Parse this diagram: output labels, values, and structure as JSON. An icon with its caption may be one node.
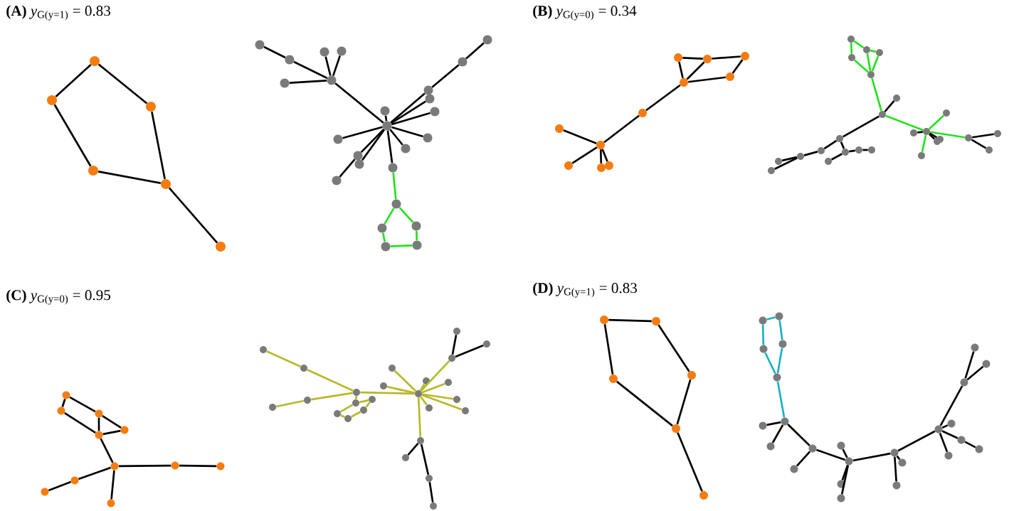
{
  "diagram": {
    "nodes": [
      {
        "text": [],
        "shape": "circle"
      },
      {
        "text": [],
        "shape": "circle"
      },
      {
        "text": [],
        "shape": "circle"
      },
      {
        "text": [],
        "shape": "circle"
      },
      {
        "text": [],
        "shape": "circle"
      },
      {
        "text": [],
        "shape": "circle"
      },
      {
        "text": [],
        "shape": "circle"
      },
      {
        "text": [],
        "shape": "circle"
      },
      {
        "text": [],
        "shape": "circle"
      },
      {
        "text": [],
        "shape": "circle"
      },
      {
        "text": [],
        "shape": "circle"
      },
      {
        "text": [],
        "shape": "circle"
      },
      {
        "text": [],
        "shape": "circle"
      },
      {
        "text": [],
        "shape": "circle"
      },
      {
        "text": [],
        "shape": "circle"
      },
      {
        "text": [],
        "shape": "circle"
      },
      {
        "text": [],
        "shape": "circle"
      },
      {
        "text": [],
        "shape": "circle"
      },
      {
        "text": [],
        "shape": "circle"
      },
      {
        "text": [],
        "shape": "circle"
      },
      {
        "text": [],
        "shape": "circle"
      },
      {
        "text": [],
        "shape": "circle"
      },
      {
        "text": [],
        "shape": "circle"
      },
      {
        "text": [],
        "shape": "circle"
      },
      {
        "text": [],
        "shape": "circle"
      },
      {
        "text": [],
        "shape": "circle"
      },
      {
        "text": [],
        "shape": "circle"
      },
      {
        "text": [],
        "shape": "circle"
      },
      {
        "text": [],
        "shape": "circle"
      },
      {
        "text": [],
        "shape": "circle"
      },
      {
        "text": [],
        "shape": "circle"
      },
      {
        "text": [],
        "shape": "circle"
      },
      {
        "text": [],
        "shape": "circle"
      },
      {
        "text": [],
        "shape": "circle"
      },
      {
        "text": [],
        "shape": "circle"
      },
      {
        "text": [],
        "shape": "circle"
      },
      {
        "text": [],
        "shape": "circle"
      },
      {
        "text": [],
        "shape": "circle"
      },
      {
        "text": [],
        "shape": "circle"
      },
      {
        "text": [],
        "shape": "circle"
      },
      {
        "text": [],
        "shape": "circle"
      },
      {
        "text": [],
        "shape": "circle"
      },
      {
        "text": [],
        "shape": "circle"
      },
      {
        "text": [],
        "shape": "circle"
      },
      {
        "text": [],
        "shape": "circle"
      },
      {
        "text": [],
        "shape": "circle"
      },
      {
        "text": [],
        "shape": "circle"
      },
      {
        "text": [],
        "shape": "circle"
      },
      {
        "text": [],
        "shape": "circle"
      },
      {
        "text": [],
        "shape": "circle"
      },
      {
        "text": [],
        "shape": "circle"
      },
      {
        "text": [],
        "shape": "circle"
      },
      {
        "text": [],
        "shape": "circle"
      },
      {
        "text": [],
        "shape": "circle"
      },
      {
        "text": [],
        "shape": "circle"
      },
      {
        "text": [],
        "shape": "circle"
      },
      {
        "text": [],
        "shape": "circle"
      },
      {
        "text": [],
        "shape": "circle"
      },
      {
        "text": [],
        "shape": "circle"
      },
      {
        "text": [],
        "shape": "circle"
      },
      {
        "text": [],
        "shape": "circle"
      },
      {
        "text": [],
        "shape": "circle"
      },
      {
        "text": [],
        "shape": "circle"
      },
      {
        "text": [],
        "shape": "circle"
      },
      {
        "text": [],
        "shape": "circle"
      },
      {
        "text": [],
        "shape": "circle"
      },
      {
        "text": [],
        "shape": "circle"
      },
      {
        "text": [],
        "shape": "circle"
      },
      {
        "text": [],
        "shape": "circle"
      },
      {
        "text": [],
        "shape": "circle"
      },
      {
        "text": [],
        "shape": "circle"
      },
      {
        "text": [],
        "shape": "circle"
      },
      {
        "text": [],
        "shape": "circle"
      },
      {
        "text": [],
        "shape": "circle"
      },
      {
        "text": [],
        "shape": "circle"
      },
      {
        "text": [],
        "shape": "circle"
      },
      {
        "text": [],
        "shape": "circle"
      },
      {
        "text": [],
        "shape": "circle"
      },
      {
        "text": [],
        "shape": "circle"
      },
      {
        "text": [],
        "shape": "circle"
      },
      {
        "text": [],
        "shape": "circle"
      },
      {
        "text": [],
        "shape": "circle"
      },
      {
        "text": [],
        "shape": "circle"
      },
      {
        "text": [],
        "shape": "circle"
      },
      {
        "text": [],
        "shape": "circle"
      },
      {
        "text": [],
        "shape": "circle"
      },
      {
        "text": [],
        "shape": "circle"
      },
      {
        "text": [],
        "shape": "circle"
      },
      {
        "text": [],
        "shape": "circle"
      },
      {
        "text": [],
        "shape": "circle"
      },
      {
        "text": [],
        "shape": "circle"
      },
      {
        "text": [],
        "shape": "circle"
      },
      {
        "text": [],
        "shape": "circle"
      },
      {
        "text": [],
        "shape": "circle"
      },
      {
        "text": [],
        "shape": "circle"
      },
      {
        "text": [],
        "shape": "circle"
      },
      {
        "text": [],
        "shape": "circle"
      },
      {
        "text": [],
        "shape": "circle"
      },
      {
        "text": [],
        "shape": "circle"
      },
      {
        "text": [],
        "shape": "circle"
      },
      {
        "text": [],
        "shape": "circle"
      },
      {
        "text": [],
        "shape": "circle"
      },
      {
        "text": [],
        "shape": "circle"
      },
      {
        "text": [],
        "shape": "circle"
      },
      {
        "text": [],
        "shape": "circle"
      },
      {
        "text": [],
        "shape": "circle"
      },
      {
        "text": [],
        "shape": "circle"
      },
      {
        "text": [],
        "shape": "circle"
      },
      {
        "text": [],
        "shape": "circle"
      },
      {
        "text": [],
        "shape": "circle"
      },
      {
        "text": [],
        "shape": "circle"
      },
      {
        "text": [],
        "shape": "circle"
      },
      {
        "text": [],
        "shape": "circle"
      },
      {
        "text": [],
        "shape": "circle"
      },
      {
        "text": [],
        "shape": "circle"
      },
      {
        "text": [],
        "shape": "circle"
      },
      {
        "text": [],
        "shape": "circle"
      },
      {
        "text": [],
        "shape": "circle"
      },
      {
        "text": [],
        "shape": "circle"
      },
      {
        "text": [],
        "shape": "circle"
      },
      {
        "text": [],
        "shape": "circle"
      },
      {
        "text": [],
        "shape": "circle"
      },
      {
        "text": [],
        "shape": "circle"
      },
      {
        "text": [],
        "shape": "circle"
      },
      {
        "text": [],
        "shape": "circle"
      },
      {
        "text": [],
        "shape": "circle"
      },
      {
        "text": [],
        "shape": "circle"
      },
      {
        "text": [],
        "shape": "circle"
      },
      {
        "text": [],
        "shape": "circle"
      },
      {
        "text": [],
        "shape": "circle"
      },
      {
        "text": [],
        "shape": "circle"
      },
      {
        "text": [],
        "shape": "circle"
      },
      {
        "text": [],
        "shape": "circle"
      },
      {
        "text": [],
        "shape": "circle"
      }
    ],
    "edges": [
      {
        "from": 0,
        "to": 1,
        "arrow": "none"
      },
      {
        "from": 0,
        "to": 2,
        "arrow": "none"
      },
      {
        "from": 1,
        "to": 3,
        "arrow": "none"
      },
      {
        "from": 3,
        "to": 4,
        "arrow": "none"
      },
      {
        "from": 2,
        "to": 4,
        "arrow": "none"
      },
      {
        "from": 4,
        "to": 5,
        "arrow": "none"
      },
      {
        "from": 6,
        "to": 7,
        "arrow": "none"
      },
      {
        "from": 7,
        "to": 11,
        "arrow": "none"
      },
      {
        "from": 8,
        "to": 11,
        "arrow": "none"
      },
      {
        "from": 9,
        "to": 11,
        "arrow": "none"
      },
      {
        "from": 10,
        "to": 11,
        "arrow": "none"
      },
      {
        "from": 11,
        "to": 18,
        "arrow": "none"
      },
      {
        "from": 12,
        "to": 13,
        "arrow": "none"
      },
      {
        "from": 13,
        "to": 14,
        "arrow": "none"
      },
      {
        "from": 14,
        "to": 18,
        "arrow": "none"
      },
      {
        "from": 15,
        "to": 18,
        "arrow": "none"
      },
      {
        "from": 16,
        "to": 18,
        "arrow": "none"
      },
      {
        "from": 17,
        "to": 18,
        "arrow": "none"
      },
      {
        "from": 19,
        "to": 18,
        "arrow": "none"
      },
      {
        "from": 20,
        "to": 18,
        "arrow": "none"
      },
      {
        "from": 21,
        "to": 18,
        "arrow": "none"
      },
      {
        "from": 22,
        "to": 18,
        "arrow": "none"
      },
      {
        "from": 23,
        "to": 18,
        "arrow": "none"
      },
      {
        "from": 24,
        "to": 22,
        "arrow": "none"
      },
      {
        "from": 25,
        "to": 18,
        "arrow": "none"
      },
      {
        "from": 25,
        "to": 26,
        "arrow": "none",
        "color": "#22e21e"
      },
      {
        "from": 26,
        "to": 27,
        "arrow": "none",
        "color": "#22e21e"
      },
      {
        "from": 26,
        "to": 28,
        "arrow": "none",
        "color": "#22e21e"
      },
      {
        "from": 27,
        "to": 29,
        "arrow": "none",
        "color": "#22e21e"
      },
      {
        "from": 28,
        "to": 30,
        "arrow": "none",
        "color": "#22e21e"
      },
      {
        "from": 29,
        "to": 30,
        "arrow": "none",
        "color": "#22e21e"
      },
      {
        "from": 31,
        "to": 32,
        "arrow": "none"
      },
      {
        "from": 32,
        "to": 33,
        "arrow": "none"
      },
      {
        "from": 33,
        "to": 34,
        "arrow": "none"
      },
      {
        "from": 31,
        "to": 35,
        "arrow": "none"
      },
      {
        "from": 32,
        "to": 35,
        "arrow": "none"
      },
      {
        "from": 34,
        "to": 35,
        "arrow": "none"
      },
      {
        "from": 35,
        "to": 36,
        "arrow": "none"
      },
      {
        "from": 36,
        "to": 38,
        "arrow": "none"
      },
      {
        "from": 37,
        "to": 38,
        "arrow": "none"
      },
      {
        "from": 38,
        "to": 39,
        "arrow": "none"
      },
      {
        "from": 38,
        "to": 40,
        "arrow": "none"
      },
      {
        "from": 38,
        "to": 41,
        "arrow": "none"
      },
      {
        "from": 42,
        "to": 43,
        "arrow": "none",
        "color": "#22e21e"
      },
      {
        "from": 42,
        "to": 45,
        "arrow": "none",
        "color": "#22e21e"
      },
      {
        "from": 43,
        "to": 44,
        "arrow": "none",
        "color": "#22e21e"
      },
      {
        "from": 43,
        "to": 46,
        "arrow": "none",
        "color": "#22e21e"
      },
      {
        "from": 44,
        "to": 46,
        "arrow": "none",
        "color": "#22e21e"
      },
      {
        "from": 45,
        "to": 46,
        "arrow": "none",
        "color": "#22e21e"
      },
      {
        "from": 46,
        "to": 48,
        "arrow": "none",
        "color": "#22e21e"
      },
      {
        "from": 48,
        "to": 50,
        "arrow": "none",
        "color": "#22e21e"
      },
      {
        "from": 50,
        "to": 49,
        "arrow": "none",
        "color": "#22e21e"
      },
      {
        "from": 50,
        "to": 57,
        "arrow": "none",
        "color": "#22e21e"
      },
      {
        "from": 50,
        "to": 54,
        "arrow": "none",
        "color": "#22e21e"
      },
      {
        "from": 48,
        "to": 47,
        "arrow": "none"
      },
      {
        "from": 48,
        "to": 58,
        "arrow": "none"
      },
      {
        "from": 58,
        "to": 62,
        "arrow": "none"
      },
      {
        "from": 62,
        "to": 64,
        "arrow": "none"
      },
      {
        "from": 64,
        "to": 65,
        "arrow": "none"
      },
      {
        "from": 64,
        "to": 66,
        "arrow": "none"
      },
      {
        "from": 58,
        "to": 59,
        "arrow": "none"
      },
      {
        "from": 59,
        "to": 60,
        "arrow": "none"
      },
      {
        "from": 60,
        "to": 61,
        "arrow": "none"
      },
      {
        "from": 59,
        "to": 63,
        "arrow": "none"
      },
      {
        "from": 54,
        "to": 55,
        "arrow": "none"
      },
      {
        "from": 54,
        "to": 56,
        "arrow": "none"
      },
      {
        "from": 50,
        "to": 51,
        "arrow": "none"
      },
      {
        "from": 50,
        "to": 52,
        "arrow": "none"
      },
      {
        "from": 50,
        "to": 53,
        "arrow": "none"
      },
      {
        "from": 67,
        "to": 68,
        "arrow": "none"
      },
      {
        "from": 67,
        "to": 69,
        "arrow": "none"
      },
      {
        "from": 68,
        "to": 71,
        "arrow": "none"
      },
      {
        "from": 69,
        "to": 71,
        "arrow": "none"
      },
      {
        "from": 69,
        "to": 70,
        "arrow": "none"
      },
      {
        "from": 70,
        "to": 71,
        "arrow": "none"
      },
      {
        "from": 71,
        "to": 72,
        "arrow": "none"
      },
      {
        "from": 72,
        "to": 73,
        "arrow": "none"
      },
      {
        "from": 73,
        "to": 74,
        "arrow": "none"
      },
      {
        "from": 72,
        "to": 75,
        "arrow": "none"
      },
      {
        "from": 75,
        "to": 76,
        "arrow": "none"
      },
      {
        "from": 72,
        "to": 77,
        "arrow": "none"
      },
      {
        "from": 78,
        "to": 79,
        "arrow": "none",
        "color": "#b8b828"
      },
      {
        "from": 79,
        "to": 80,
        "arrow": "none",
        "color": "#b8b828"
      },
      {
        "from": 82,
        "to": 81,
        "arrow": "none",
        "color": "#b8b828"
      },
      {
        "from": 81,
        "to": 80,
        "arrow": "none",
        "color": "#b8b828"
      },
      {
        "from": 80,
        "to": 83,
        "arrow": "none",
        "color": "#b8b828"
      },
      {
        "from": 83,
        "to": 84,
        "arrow": "none",
        "color": "#b8b828"
      },
      {
        "from": 83,
        "to": 85,
        "arrow": "none",
        "color": "#b8b828"
      },
      {
        "from": 85,
        "to": 87,
        "arrow": "none",
        "color": "#b8b828"
      },
      {
        "from": 87,
        "to": 86,
        "arrow": "none",
        "color": "#b8b828"
      },
      {
        "from": 86,
        "to": 84,
        "arrow": "none",
        "color": "#b8b828"
      },
      {
        "from": 80,
        "to": 90,
        "arrow": "none",
        "color": "#b8b828"
      },
      {
        "from": 88,
        "to": 90,
        "arrow": "none",
        "color": "#b8b828"
      },
      {
        "from": 89,
        "to": 90,
        "arrow": "none",
        "color": "#b8b828"
      },
      {
        "from": 91,
        "to": 90,
        "arrow": "none",
        "color": "#b8b828"
      },
      {
        "from": 92,
        "to": 90,
        "arrow": "none",
        "color": "#b8b828"
      },
      {
        "from": 93,
        "to": 90,
        "arrow": "none",
        "color": "#b8b828"
      },
      {
        "from": 94,
        "to": 90,
        "arrow": "none",
        "color": "#b8b828"
      },
      {
        "from": 95,
        "to": 90,
        "arrow": "none",
        "color": "#b8b828"
      },
      {
        "from": 96,
        "to": 90,
        "arrow": "none",
        "color": "#b8b828"
      },
      {
        "from": 99,
        "to": 90,
        "arrow": "none",
        "color": "#b8b828"
      },
      {
        "from": 96,
        "to": 97,
        "arrow": "none"
      },
      {
        "from": 96,
        "to": 98,
        "arrow": "none"
      },
      {
        "from": 99,
        "to": 100,
        "arrow": "none"
      },
      {
        "from": 99,
        "to": 101,
        "arrow": "none"
      },
      {
        "from": 101,
        "to": 102,
        "arrow": "none"
      },
      {
        "from": 103,
        "to": 104,
        "arrow": "none"
      },
      {
        "from": 103,
        "to": 105,
        "arrow": "none"
      },
      {
        "from": 104,
        "to": 106,
        "arrow": "none"
      },
      {
        "from": 105,
        "to": 107,
        "arrow": "none"
      },
      {
        "from": 106,
        "to": 107,
        "arrow": "none"
      },
      {
        "from": 107,
        "to": 108,
        "arrow": "none"
      },
      {
        "from": 109,
        "to": 110,
        "arrow": "none",
        "color": "#1ab0c8"
      },
      {
        "from": 109,
        "to": 111,
        "arrow": "none",
        "color": "#1ab0c8"
      },
      {
        "from": 110,
        "to": 112,
        "arrow": "none",
        "color": "#1ab0c8"
      },
      {
        "from": 111,
        "to": 113,
        "arrow": "none",
        "color": "#1ab0c8"
      },
      {
        "from": 112,
        "to": 113,
        "arrow": "none",
        "color": "#1ab0c8"
      },
      {
        "from": 113,
        "to": 114,
        "arrow": "none",
        "color": "#1ab0c8"
      },
      {
        "from": 114,
        "to": 115,
        "arrow": "none"
      },
      {
        "from": 114,
        "to": 116,
        "arrow": "none"
      },
      {
        "from": 114,
        "to": 117,
        "arrow": "none"
      },
      {
        "from": 117,
        "to": 118,
        "arrow": "none"
      },
      {
        "from": 117,
        "to": 120,
        "arrow": "none"
      },
      {
        "from": 120,
        "to": 119,
        "arrow": "none"
      },
      {
        "from": 120,
        "to": 121,
        "arrow": "none"
      },
      {
        "from": 120,
        "to": 122,
        "arrow": "none"
      },
      {
        "from": 120,
        "to": 123,
        "arrow": "none"
      },
      {
        "from": 123,
        "to": 124,
        "arrow": "none"
      },
      {
        "from": 123,
        "to": 125,
        "arrow": "none"
      },
      {
        "from": 123,
        "to": 126,
        "arrow": "none"
      },
      {
        "from": 126,
        "to": 127,
        "arrow": "none"
      },
      {
        "from": 126,
        "to": 128,
        "arrow": "none"
      },
      {
        "from": 128,
        "to": 129,
        "arrow": "none"
      },
      {
        "from": 126,
        "to": 130,
        "arrow": "none"
      },
      {
        "from": 126,
        "to": 131,
        "arrow": "none"
      },
      {
        "from": 131,
        "to": 132,
        "arrow": "none"
      },
      {
        "from": 131,
        "to": 133,
        "arrow": "none"
      }
    ],
    "labels": [
      "**(A)** *y*$_{G(y=1)}$ = 0.83",
      "**(B)** *y*$_{G(y=0)}$ = 0.34",
      "**(C)** *y*$_{G(y=0)}$ = 0.95",
      "**(D)** *y*$_{G(y=1)}$ = 0.83"
    ]
  }
}
